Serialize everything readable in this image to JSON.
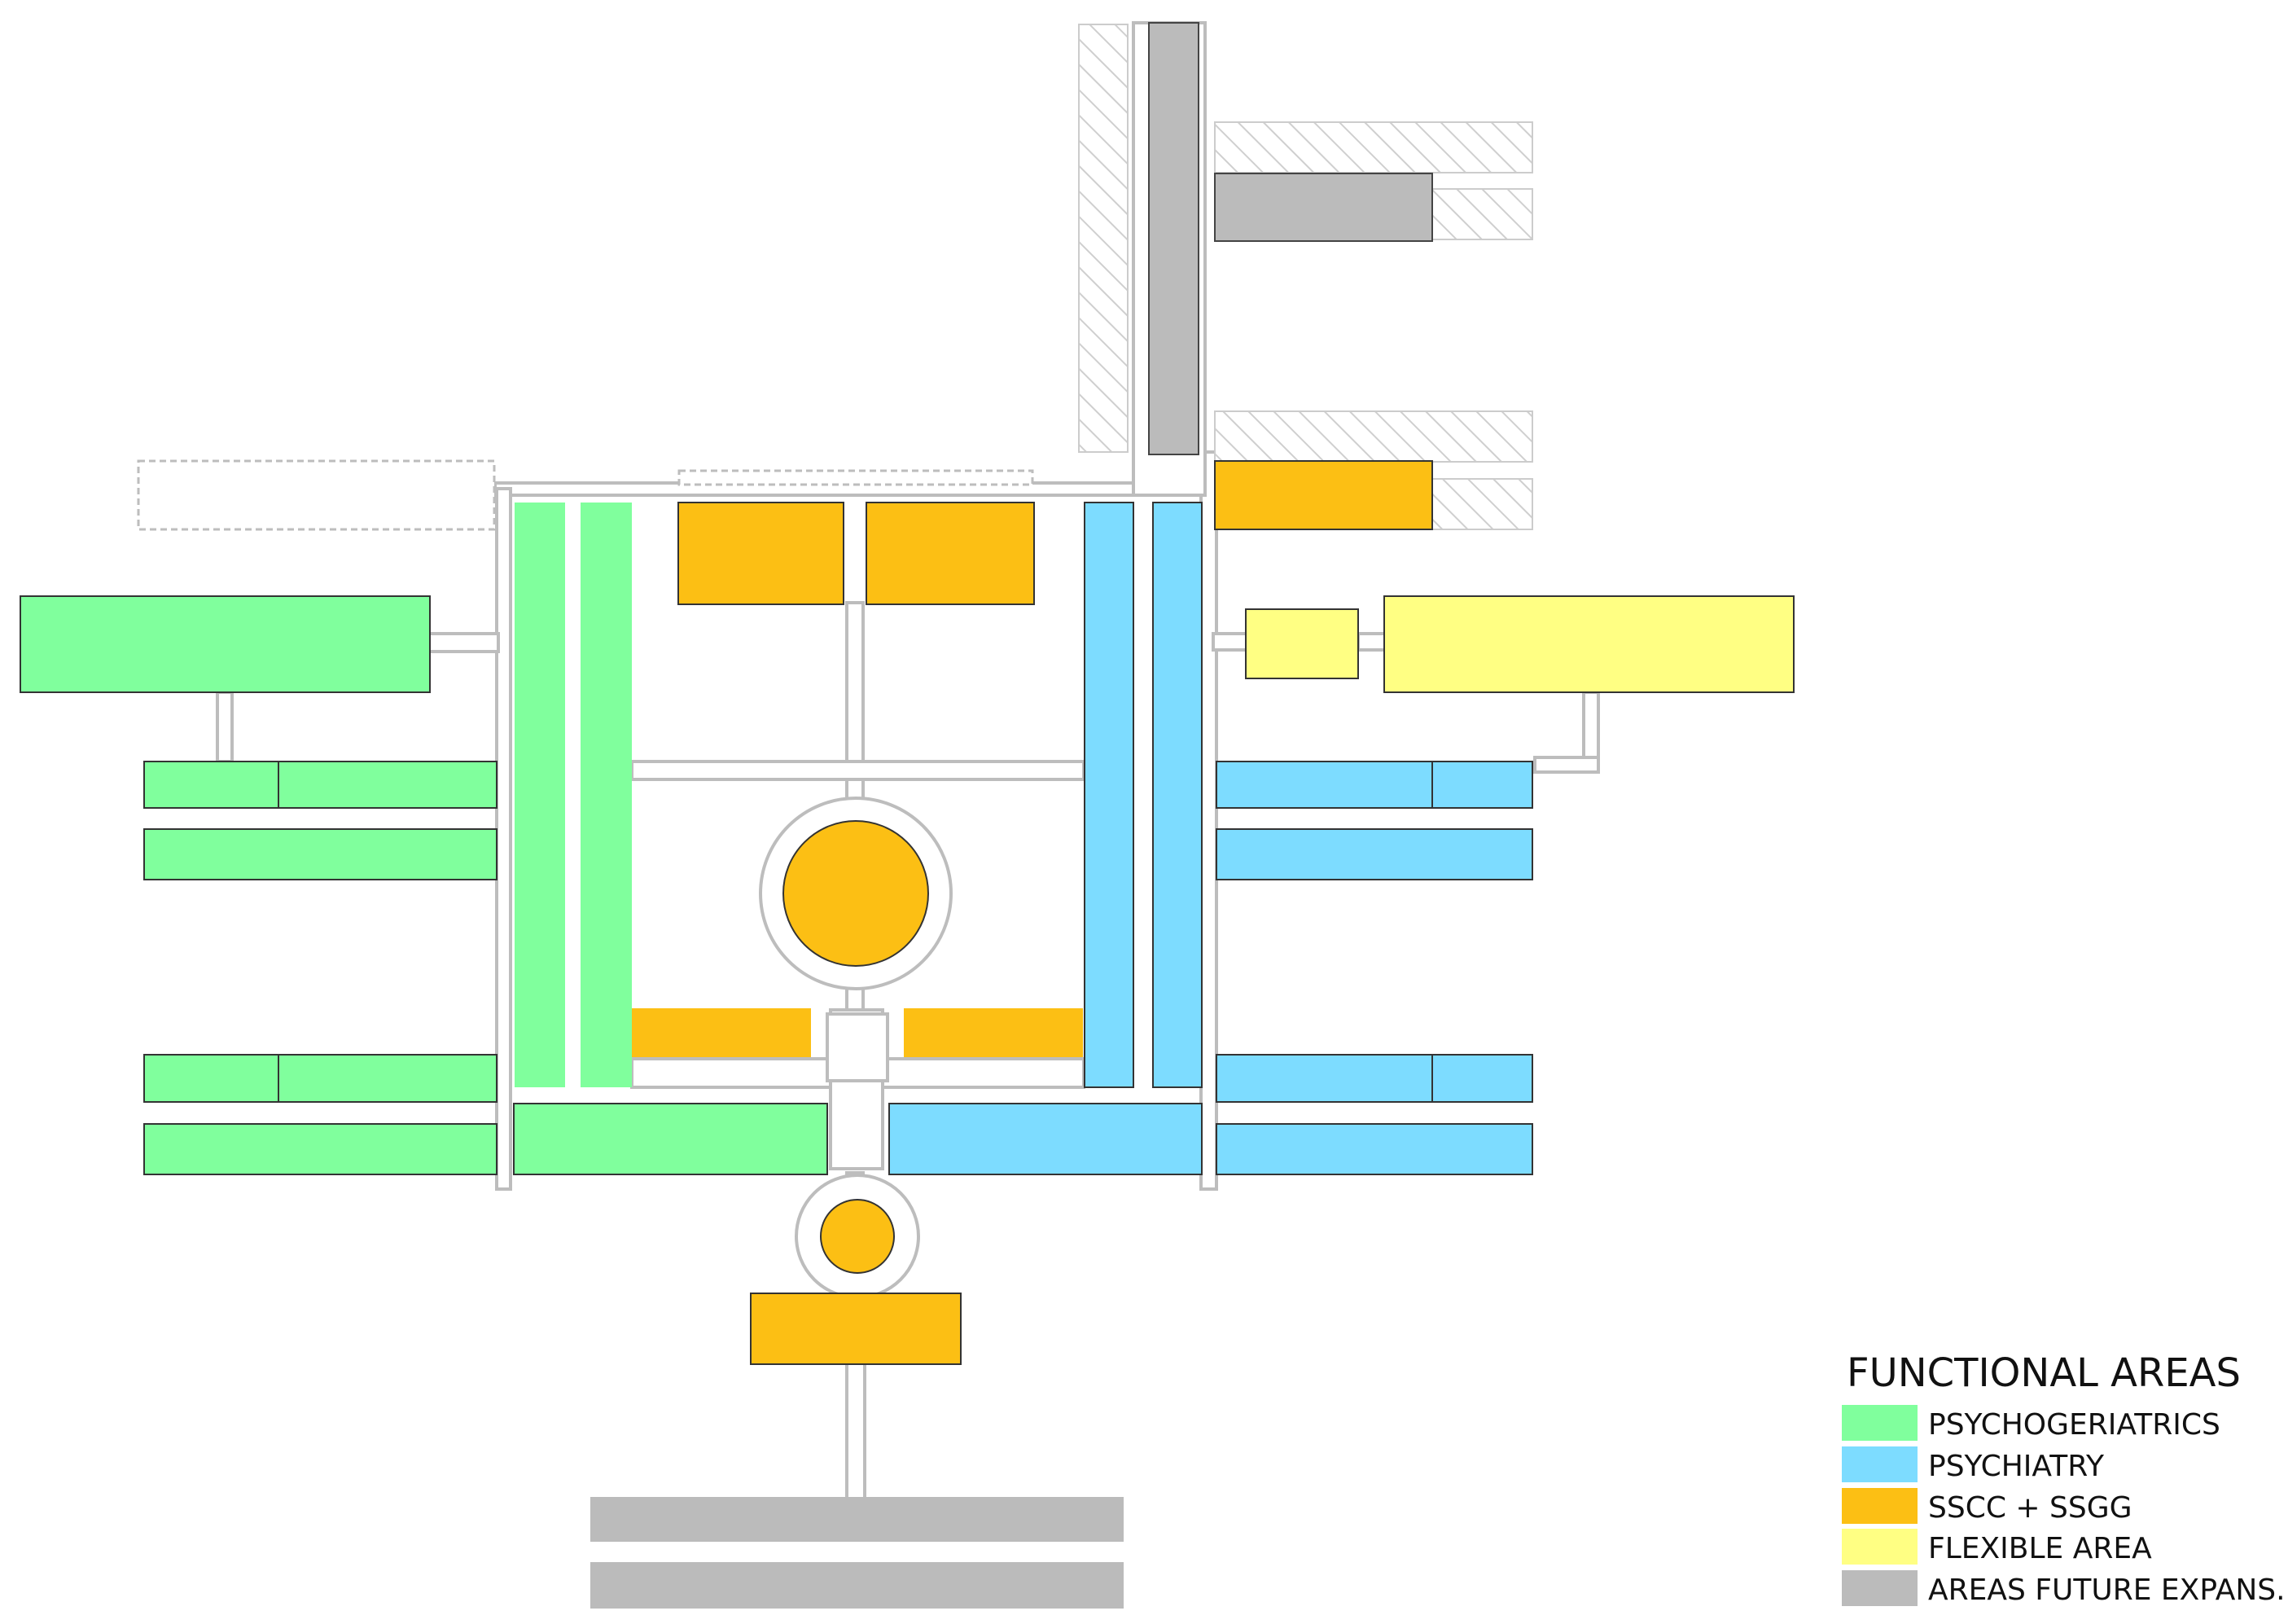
{
  "colors": {
    "psychogeriatrics": "#80ff9d",
    "psychiatry": "#7ddcff",
    "sscc_ssgg": "#fcbf14",
    "flexible": "#ffff83",
    "future": "#bbbbbb",
    "corridor_fill": "#ffffff",
    "corridor_stroke": "#bdbdbd",
    "outline": "#222222",
    "hatch": "#c9c9c9"
  },
  "legend": {
    "title": "FUNCTIONAL AREAS",
    "items": [
      {
        "label": "PSYCHOGERIATRICS",
        "key": "psychogeriatrics"
      },
      {
        "label": "PSYCHIATRY",
        "key": "psychiatry"
      },
      {
        "label": "SSCC + SSGG",
        "key": "sscc_ssgg"
      },
      {
        "label": "FLEXIBLE AREA",
        "key": "flexible"
      },
      {
        "label": "AREAS FUTURE EXPANS.",
        "key": "future"
      }
    ]
  }
}
